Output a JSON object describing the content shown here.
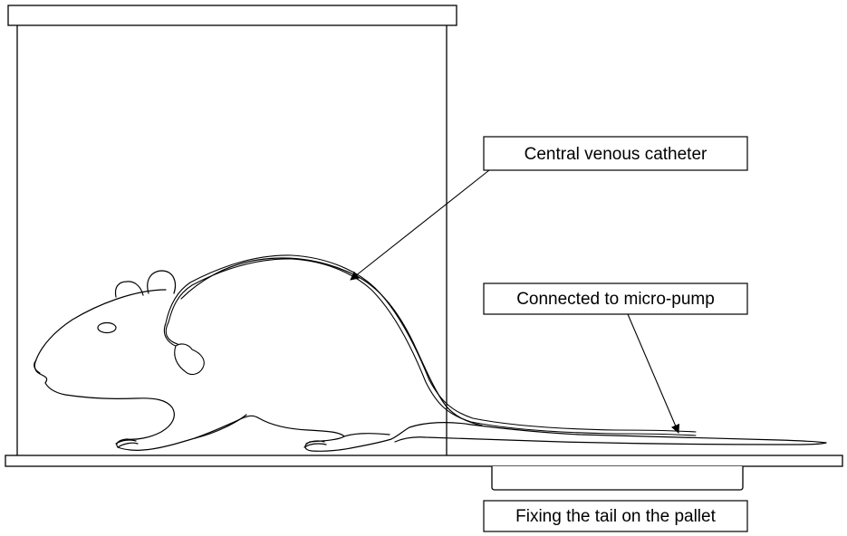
{
  "labels": {
    "catheter": "Central venous catheter",
    "pump": "Connected to micro-pump",
    "pallet": "Fixing the tail on the pallet"
  },
  "colors": {
    "line": "#000000",
    "background": "#ffffff"
  }
}
